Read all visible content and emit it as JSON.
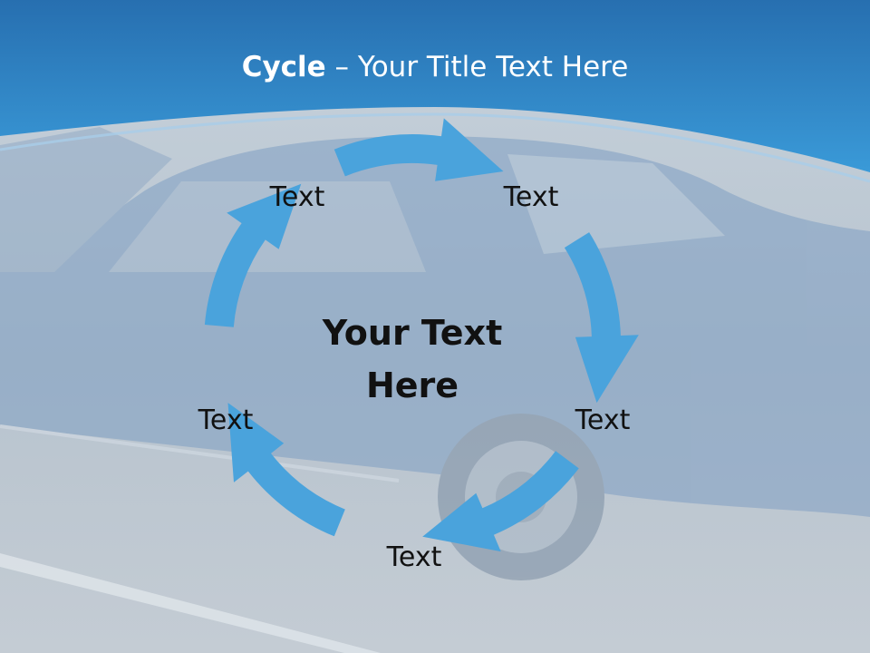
{
  "title": {
    "bold": "Cycle",
    "rest": " – Your Title Text Here"
  },
  "center_text": {
    "line1": "Your Text",
    "line2": "Here"
  },
  "labels": [
    "Text",
    "Text",
    "Text",
    "Text",
    "Text"
  ],
  "colors": {
    "header": "#2a86c8",
    "arrow": "#4aa3dc",
    "background": "#bfc9d3"
  },
  "icons": {
    "arrow": "curved-arrow"
  }
}
